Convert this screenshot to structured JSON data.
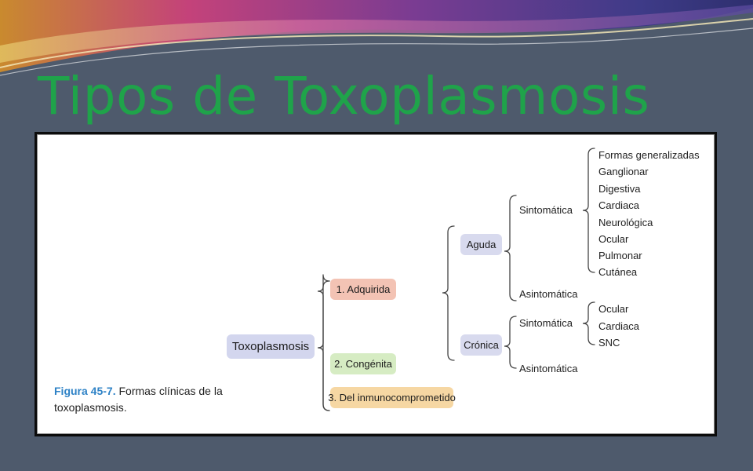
{
  "slide": {
    "title": "Tipos de Toxoplasmosis"
  },
  "diagram": {
    "root": "Toxoplasmosis",
    "types": [
      "1. Adquirida",
      "2. Congénita",
      "3. Del inmunocomprometido"
    ],
    "phases": [
      "Aguda",
      "Crónica"
    ],
    "aguda_branches": [
      "Sintomática",
      "Asintomática"
    ],
    "cronica_branches": [
      "Sintomática",
      "Asintomática"
    ],
    "aguda_sintomatica_forms": [
      "Formas generalizadas",
      "Ganglionar",
      "Digestiva",
      "Cardiaca",
      "Neurológica",
      "Ocular",
      "Pulmonar",
      "Cutánea"
    ],
    "cronica_sintomatica_forms": [
      "Ocular",
      "Cardiaca",
      "SNC"
    ]
  },
  "caption": {
    "figure": "Figura 45-7.",
    "line1": "Formas clínicas de la",
    "line2": "toxoplasmosis."
  },
  "colors": {
    "title": "#1fa34a",
    "pill_root": "#d3d6ee",
    "pill_adquirida": "#f3c3b4",
    "pill_congenita": "#d6ecc3",
    "pill_inmuno": "#f6d7a3",
    "pill_phase": "#d8daee",
    "caption_figure": "#2e82c6"
  }
}
